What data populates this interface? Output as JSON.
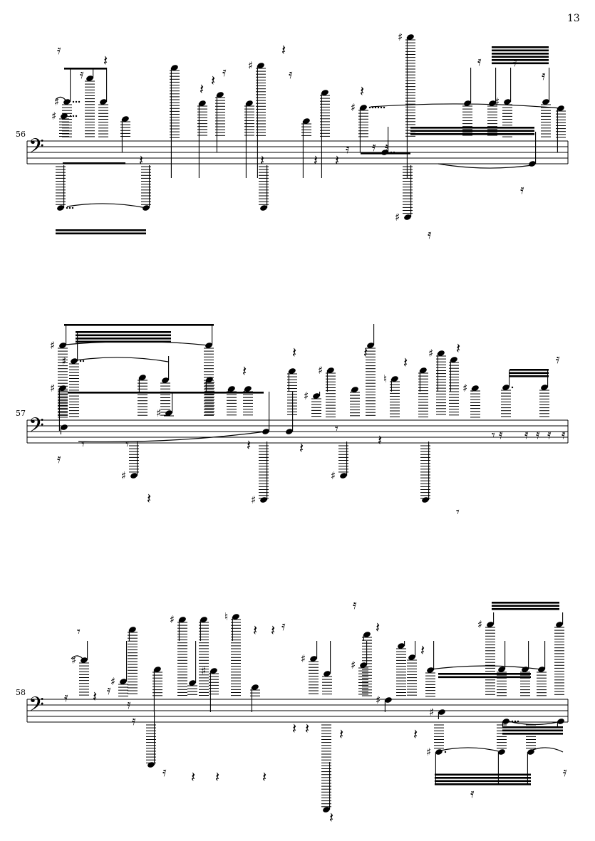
{
  "page": {
    "number": "13"
  },
  "systems": [
    {
      "measure": "56"
    },
    {
      "measure": "57"
    },
    {
      "measure": "58"
    }
  ],
  "glyphs": {
    "clef": "𝄢",
    "sharp": "♯",
    "natural": "♮",
    "quarter_rest": "𝄽",
    "eighth_rest": "𝄾",
    "sixteenth_rest": "𝄿"
  },
  "colors": {
    "ink": "#000000",
    "paper": "#ffffff"
  }
}
